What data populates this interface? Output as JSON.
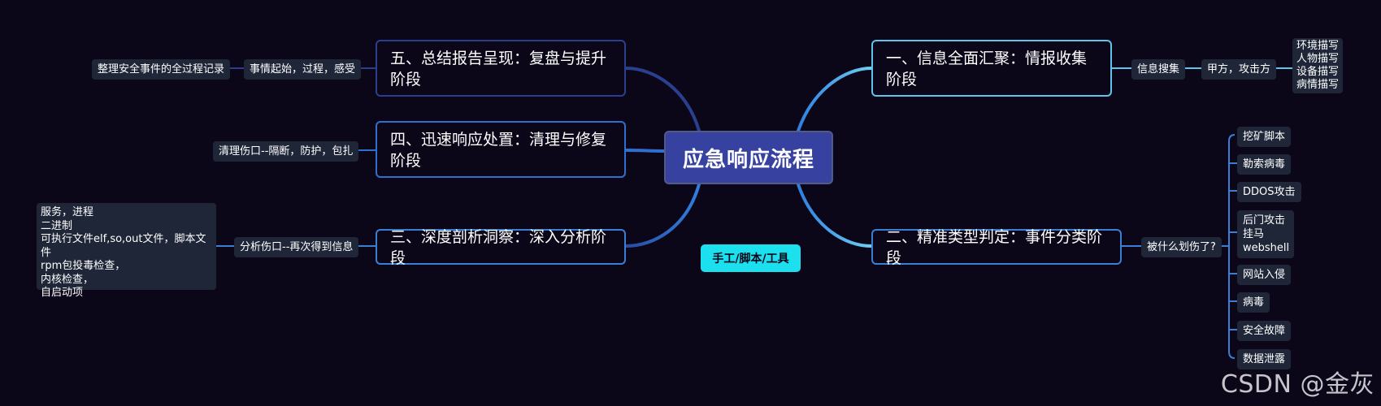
{
  "root": {
    "label": "应急响应流程"
  },
  "note": {
    "label": "手工/脚本/工具"
  },
  "colors": {
    "background": "#0b0719",
    "root_fill": "#3641a0",
    "accent_cyan": "#1ce0ee",
    "right_stroke": "#5fc4ea",
    "left_stroke": "#3a7ed6"
  },
  "branches": {
    "b1": {
      "label": "一、信息全面汇聚：情报收集阶段",
      "sub": "信息搜集",
      "subsub": "甲方，攻击方",
      "leaves": [
        "环境描写",
        "人物描写",
        "设备描写",
        "病情描写"
      ]
    },
    "b2": {
      "label": "二、精准类型判定：事件分类阶段",
      "sub": "被什么划伤了?",
      "leaves": [
        "挖矿脚本",
        "勒索病毒",
        "DDOS攻击",
        "后门攻击",
        "挂马",
        "webshell",
        "网站入侵",
        "病毒",
        "安全故障",
        "数据泄露"
      ]
    },
    "b3": {
      "label": "三、深度剖析洞察：深入分析阶段",
      "sub": "分析伤口--再次得到信息",
      "detail": [
        "服务，进程",
        "二进制",
        "可执行文件elf,so,out文件，脚本文件",
        "rpm包投毒检查，",
        "内核检查，",
        "自启动项"
      ]
    },
    "b4": {
      "label": "四、迅速响应处置：清理与修复阶段",
      "sub": "清理伤口--隔断，防护，包扎"
    },
    "b5": {
      "label": "五、总结报告呈现：复盘与提升阶段",
      "sub": "事情起始，过程，感受",
      "subsub": "整理安全事件的全过程记录"
    }
  },
  "watermark": "CSDN @金灰"
}
